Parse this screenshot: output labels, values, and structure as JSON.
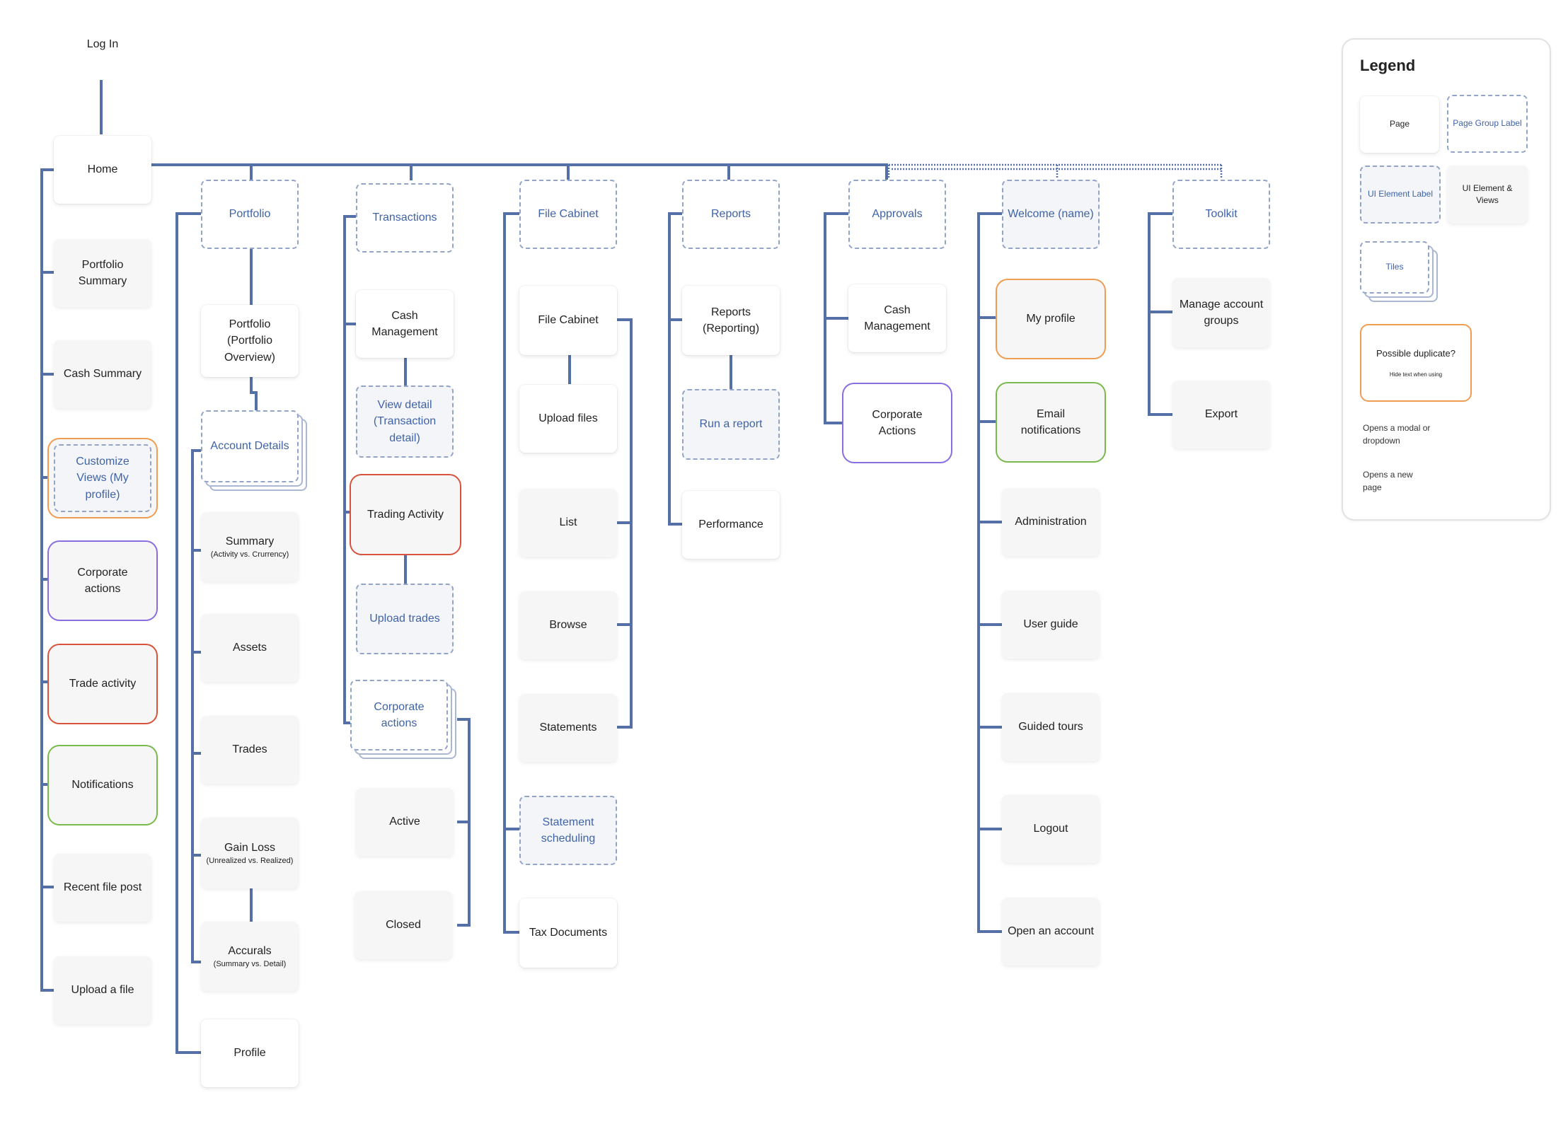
{
  "top": {
    "login_label": "Log In"
  },
  "home": {
    "label": "Home",
    "items": [
      "Portfolio Summary",
      "Cash Summary",
      "Customize Views (My profile)",
      "Corporate actions",
      "Trade activity",
      "Notifications",
      "Recent file post",
      "Upload a file"
    ]
  },
  "portfolio": {
    "label": "Portfolio",
    "overview": "Portfolio (Portfolio Overview)",
    "account_details": "Account Details",
    "summary": "Summary",
    "summary_sub": "(Activity vs. Crurrency)",
    "assets": "Assets",
    "trades": "Trades",
    "gain_loss": "Gain Loss",
    "gain_loss_sub": "(Unrealized vs. Realized)",
    "accurals": "Accurals",
    "accurals_sub": "(Summary vs. Detail)",
    "profile": "Profile"
  },
  "transactions": {
    "label": "Transactions",
    "cash_management": "Cash Management",
    "view_detail": "View detail (Transaction detail)",
    "trading_activity": "Trading Activity",
    "upload_trades": "Upload trades",
    "corporate_actions": "Corporate actions",
    "active": "Active",
    "closed": "Closed"
  },
  "file_cabinet": {
    "label": "File Cabinet",
    "page": "File Cabinet",
    "upload_files": "Upload files",
    "list": "List",
    "browse": "Browse",
    "statements": "Statements",
    "statement_scheduling": "Statement scheduling",
    "tax_documents": "Tax Documents"
  },
  "reports": {
    "label": "Reports",
    "reporting": "Reports (Reporting)",
    "run_report": "Run a report",
    "performance": "Performance"
  },
  "approvals": {
    "label": "Approvals",
    "cash_management": "Cash Management",
    "corporate_actions": "Corporate Actions"
  },
  "welcome": {
    "label": "Welcome (name)",
    "items": [
      "My profile",
      "Email notifications",
      "Administration",
      "User guide",
      "Guided tours",
      "Logout",
      "Open an account"
    ]
  },
  "toolkit": {
    "label": "Toolkit",
    "manage_groups": "Manage account groups",
    "export": "Export"
  },
  "legend": {
    "title": "Legend",
    "page": "Page",
    "page_group_label": "Page Group Label",
    "ui_element_label": "UI Element Label",
    "ui_element_views": "UI Element & Views",
    "tiles": "Tiles",
    "possible_duplicate": "Possible duplicate?",
    "hide_text": "Hide text when using",
    "modal_text": "Opens a modal or dropdown",
    "new_page_text": "Opens a new page"
  },
  "colors": {
    "connector": "#5470a6",
    "dashed_border": "#93a5c7",
    "duplicate_orange": "#ef9d52",
    "corporate_purple": "#8a6ee0",
    "trade_red": "#d9533c",
    "notification_green": "#7ab94c"
  }
}
